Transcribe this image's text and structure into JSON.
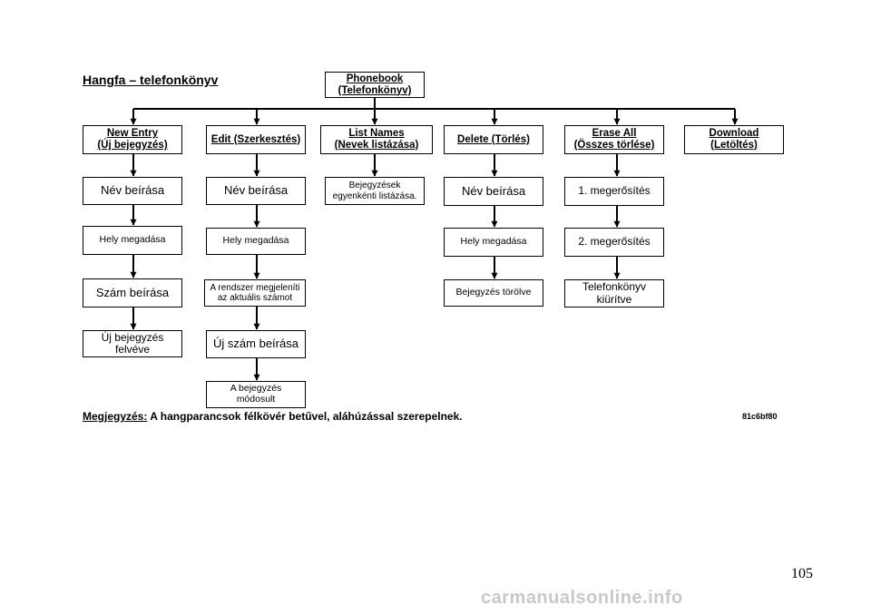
{
  "title": "Hangfa – telefonkönyv",
  "root": {
    "line1": "Phonebook",
    "line2": "(Telefonkönyv)"
  },
  "headers": [
    {
      "line1": "New Entry",
      "line2": "(Új bejegyzés)"
    },
    {
      "line1": "Edit (Szerkesztés)",
      "line2": ""
    },
    {
      "line1": "List Names",
      "line2": "(Nevek listázása)"
    },
    {
      "line1": "Delete (Törlés)",
      "line2": ""
    },
    {
      "line1": "Erase All",
      "line2": "(Összes törlése)"
    },
    {
      "line1": "Download",
      "line2": "(Letöltés)"
    }
  ],
  "steps": {
    "new_entry": [
      {
        "line1": "Név beírása",
        "line2": ""
      },
      {
        "line1": "Hely megadása",
        "line2": ""
      },
      {
        "line1": "Szám beírása",
        "line2": ""
      },
      {
        "line1": "Új bejegyzés",
        "line2": "felvéve"
      }
    ],
    "edit": [
      {
        "line1": "Név beírása",
        "line2": ""
      },
      {
        "line1": "Hely megadása",
        "line2": ""
      },
      {
        "line1": "A rendszer megjeleníti",
        "line2": "az aktuális számot"
      },
      {
        "line1": "Új szám beírása",
        "line2": ""
      },
      {
        "line1": "A bejegyzés",
        "line2": "módosult"
      }
    ],
    "list_names": [
      {
        "line1": "Bejegyzések",
        "line2": "egyenkénti listázása."
      }
    ],
    "delete": [
      {
        "line1": "Név beírása",
        "line2": ""
      },
      {
        "line1": "Hely megadása",
        "line2": ""
      },
      {
        "line1": "Bejegyzés törölve",
        "line2": ""
      }
    ],
    "erase_all": [
      {
        "line1": "1. megerősítés",
        "line2": ""
      },
      {
        "line1": "2. megerősítés",
        "line2": ""
      },
      {
        "line1": "Telefonkönyv",
        "line2": "kiürítve"
      }
    ]
  },
  "note": {
    "label": "Megjegyzés:",
    "text": " A hangparancsok félkövér betűvel, aláhúzással szerepelnek."
  },
  "figure_code": "81c6bf80",
  "page_number": "105",
  "watermark": "carmanualsonline.info"
}
